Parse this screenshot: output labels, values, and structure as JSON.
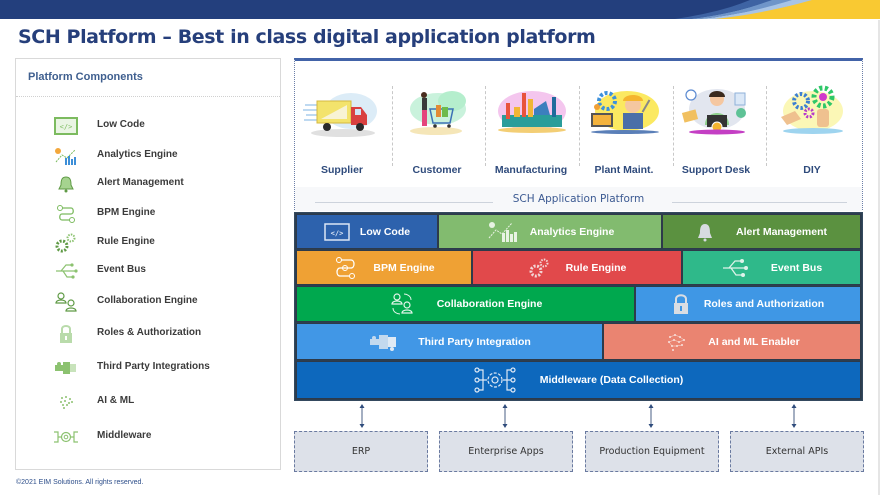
{
  "title": "SCH Platform – Best in class digital application platform",
  "colors": {
    "banner_dark": "#233f7d",
    "banner_yellow": "#f9c932",
    "title": "#263f7b",
    "low_code": "#2d62ad",
    "analytics": "#82bb6f",
    "alert": "#5b9140",
    "bpm": "#efa134",
    "rule": "#e1494b",
    "event_bus": "#2fb98a",
    "collaboration": "#00a84e",
    "roles": "#3f97e5",
    "third_party": "#4197e6",
    "ai_ml": "#ea8471",
    "middleware": "#0d68bd"
  },
  "left_panel": {
    "heading": "Platform Components",
    "items": [
      {
        "label": "Low Code",
        "icon": "code-icon"
      },
      {
        "label": "Analytics Engine",
        "icon": "analytics-icon"
      },
      {
        "label": "Alert Management",
        "icon": "bell-icon"
      },
      {
        "label": "BPM Engine",
        "icon": "workflow-icon"
      },
      {
        "label": "Rule Engine",
        "icon": "gears-icon"
      },
      {
        "label": "Event Bus",
        "icon": "usb-icon"
      },
      {
        "label": "Collaboration Engine",
        "icon": "collaboration-icon"
      },
      {
        "label": "Roles & Authorization",
        "icon": "lock-icon"
      },
      {
        "label": "Third Party Integrations",
        "icon": "puzzle-icon"
      },
      {
        "label": "AI & ML",
        "icon": "brain-icon"
      },
      {
        "label": "Middleware",
        "icon": "middleware-icon"
      }
    ]
  },
  "personas": [
    {
      "label": "Supplier",
      "icon": "truck-icon"
    },
    {
      "label": "Customer",
      "icon": "shopping-cart-icon"
    },
    {
      "label": "Manufacturing",
      "icon": "factory-icon"
    },
    {
      "label": "Plant Maint.",
      "icon": "engineer-icon"
    },
    {
      "label": "Support Desk",
      "icon": "support-agent-icon"
    },
    {
      "label": "DIY",
      "icon": "diy-gears-icon"
    }
  ],
  "platform_label": "SCH Application Platform",
  "blocks": {
    "low_code": "Low Code",
    "analytics": "Analytics Engine",
    "alert": "Alert Management",
    "bpm": "BPM Engine",
    "rule": "Rule Engine",
    "event_bus": "Event Bus",
    "collaboration": "Collaboration Engine",
    "roles": "Roles and Authorization",
    "third_party": "Third Party Integration",
    "ai_ml": "AI and ML Enabler",
    "middleware": "Middleware (Data Collection)"
  },
  "external_systems": [
    "ERP",
    "Enterprise Apps",
    "Production Equipment",
    "External APIs"
  ],
  "footer": "©2021 EIM Solutions. All rights reserved."
}
